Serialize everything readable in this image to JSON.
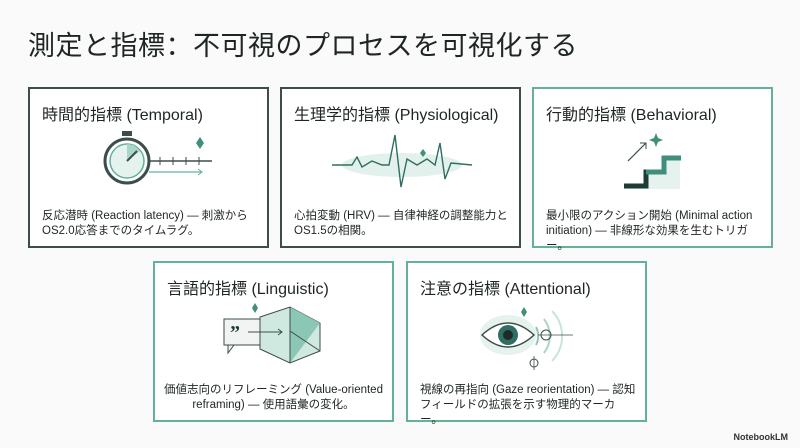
{
  "title": "測定と指標：不可視のプロセスを可視化する",
  "cards": [
    {
      "title": "時間的指標 (Temporal)",
      "desc": "反応潜時 (Reaction latency) — 刺激から OS2.0応答までのタイムラグ。",
      "icon": "stopwatch-timeline-icon"
    },
    {
      "title": "生理学的指標 (Physiological)",
      "desc": "心拍変動 (HRV) — 自律神経の調整能力と OS1.5の相関。",
      "icon": "heartbeat-icon"
    },
    {
      "title": "行動的指標 (Behavioral)",
      "desc": "最小限のアクション開始 (Minimal action initiation) — 非線形な効果を生むトリガー。",
      "icon": "stairs-icon"
    },
    {
      "title": "言語的指標 (Linguistic)",
      "desc": "価値志向のリフレーミング (Value-oriented reframing) — 使用語彙の変化。",
      "icon": "quote-crystal-icon"
    },
    {
      "title": "注意の指標 (Attentional)",
      "desc": "視線の再指向 (Gaze reorientation) — 認知フィールドの拡張を示す物理的マーカー。",
      "icon": "eye-target-icon"
    }
  ],
  "watermark": "NotebookLM",
  "colors": {
    "accent": "#62b09d",
    "dark": "#3d4d4b"
  }
}
